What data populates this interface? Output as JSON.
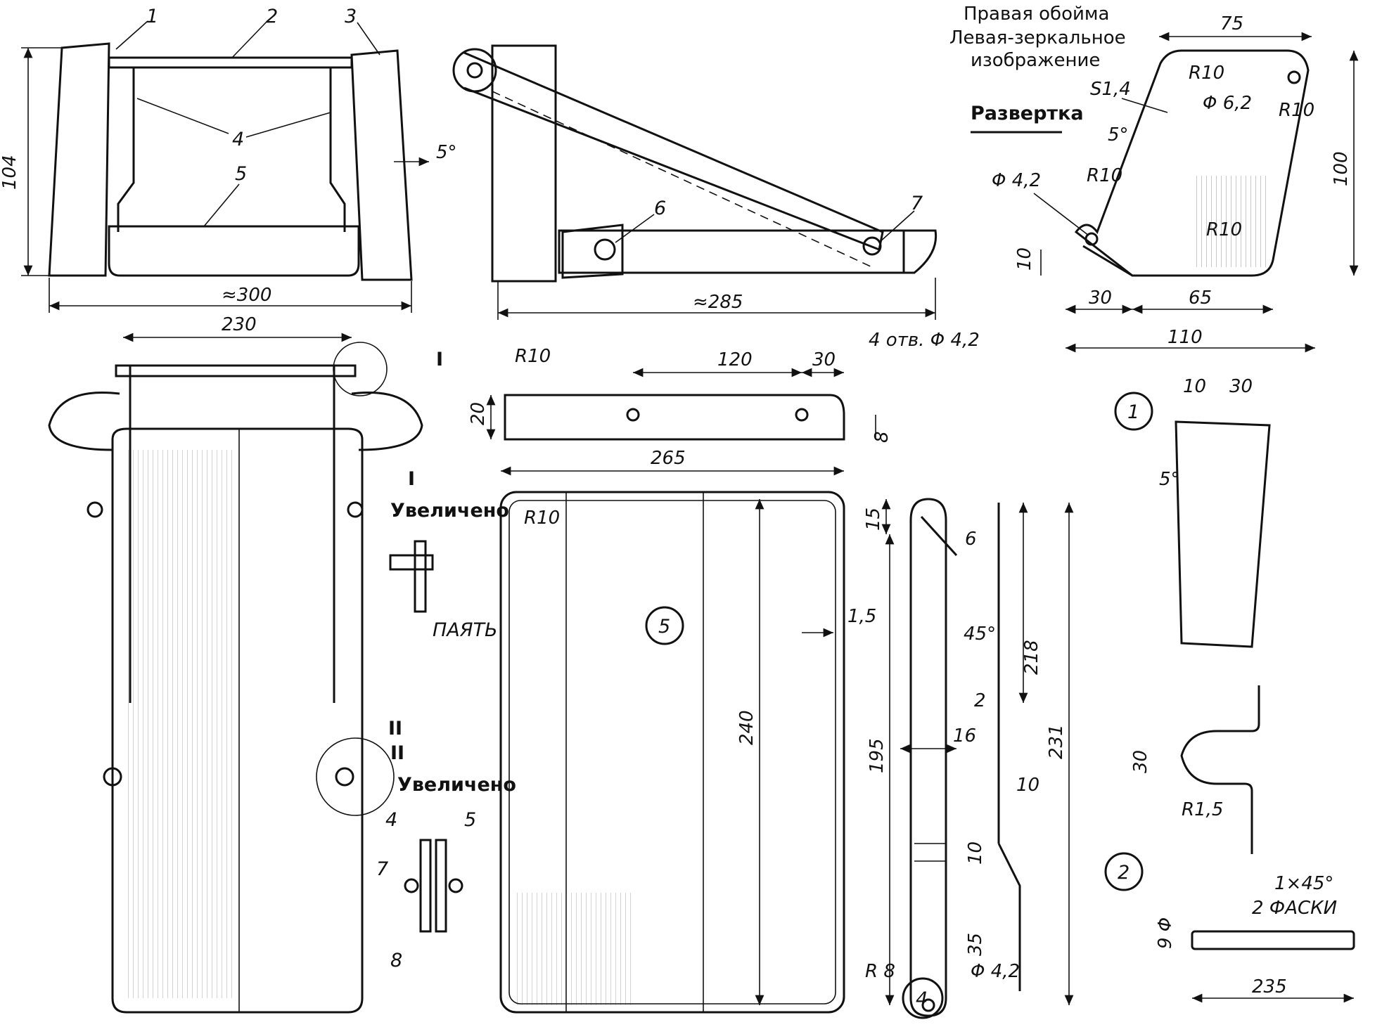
{
  "top_view": {
    "part_labels": [
      "1",
      "2",
      "3",
      "4",
      "5"
    ],
    "dim_height": "104",
    "dim_width": "≈300",
    "dim_angle": "5°"
  },
  "side_view": {
    "part_labels": [
      "6",
      "7"
    ],
    "dim_length": "≈285"
  },
  "holder": {
    "title_lines": [
      "Правая обойма",
      "Левая-зеркальное",
      "изображение"
    ],
    "development": "Развертка",
    "dims": {
      "top_width": "75",
      "thickness": "S1,4",
      "r_top_left": "R10",
      "hole_top": "Φ 6,2",
      "r_top_right": "R10",
      "angle": "5°",
      "hole_bottom": "Φ 4,2",
      "r_bottom_left": "R10",
      "r_bottom_right": "R10",
      "height": "100",
      "tab_height": "10",
      "bottom_left": "30",
      "bottom_right": "65",
      "overall": "110"
    }
  },
  "front_view": {
    "width": "230",
    "callout_1": "I",
    "callout_2": "II",
    "detail_1_title": "I",
    "detail_1_caption": "Увеличено",
    "detail_1_note": "ПАЯТЬ",
    "detail_2_title": "II",
    "detail_2_caption": "Увеличено",
    "detail_2_labels": [
      "4",
      "5",
      "7",
      "8"
    ]
  },
  "strip_detail": {
    "r": "R10",
    "spacing": "120",
    "edge": "30",
    "holes": "4 отв. Φ 4,2",
    "width": "20",
    "hole_offset": "8"
  },
  "plate_detail": {
    "number": "5",
    "width": "265",
    "corner_r": "R10",
    "height": "240",
    "thickness": "1,5"
  },
  "arm_detail": {
    "number": "4",
    "top": "15",
    "slot": "6",
    "angle": "45°",
    "length_195": "195",
    "length_218": "218",
    "length_231": "231",
    "thickness": "2",
    "width": "16",
    "offset_10a": "10",
    "offset_10b": "10",
    "bottom": "35",
    "r_end": "R 8",
    "hole": "Φ 4,2"
  },
  "detail_1": {
    "number": "1",
    "dim_10": "10",
    "dim_30": "30",
    "angle": "5°"
  },
  "detail_2": {
    "number": "2",
    "dim_30": "30",
    "radius": "R1,5"
  },
  "rod_detail": {
    "chamfer": "1×45°",
    "chamfer_note": "2 ФАСКИ",
    "diameter": "9 Φ",
    "length": "235"
  }
}
